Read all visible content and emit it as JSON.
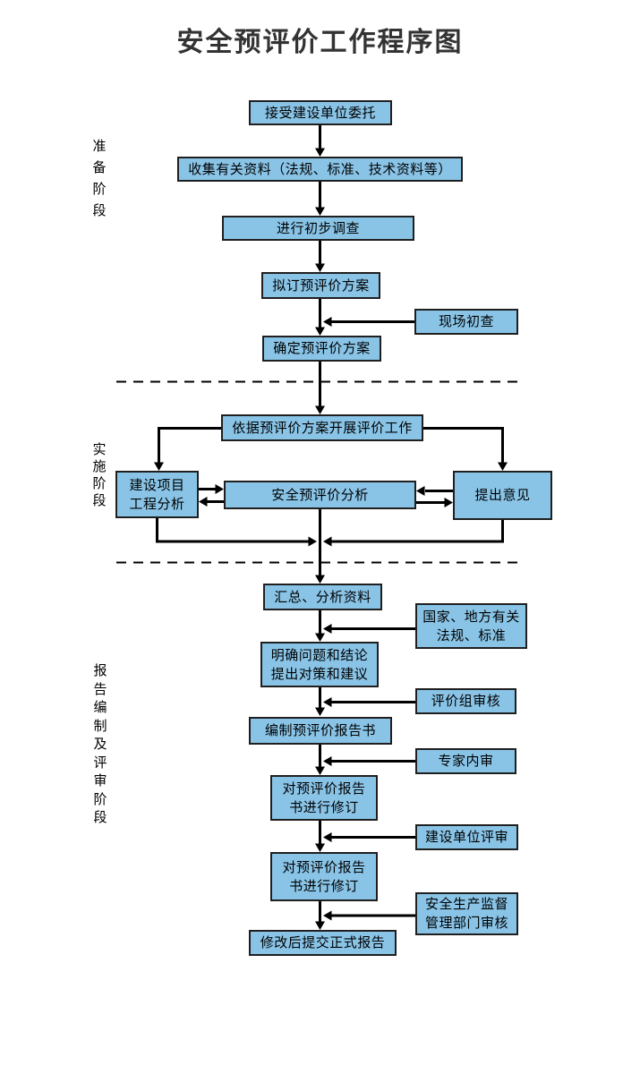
{
  "title": "安全预评价工作程序图",
  "phase_labels": {
    "prepare": "准备阶段",
    "implement": "实施阶段",
    "report": "报告编制及评审阶段"
  },
  "boxes": {
    "accept": "接受建设单位委托",
    "collect": "收集有关资料（法规、标准、技术资料等）",
    "survey": "进行初步调查",
    "draft_plan": "拟订预评价方案",
    "site_check": "现场初查",
    "confirm_plan": "确定预评价方案",
    "carry_out": "依据预评价方案开展评价工作",
    "project_analysis": "建设项目\n工程分析",
    "safety_analysis": "安全预评价分析",
    "opinions": "提出意见",
    "summarize": "汇总、分析资料",
    "laws": "国家、地方有关\n法规、标准",
    "clarify": "明确问题和结论\n提出对策和建议",
    "group_review": "评价组审核",
    "compile_report": "编制预评价报告书",
    "expert_review": "专家内审",
    "revise_1": "对预评价报告\n书进行修订",
    "unit_review": "建设单位评审",
    "revise_2": "对预评价报告\n书进行修订",
    "supervision_review": "安全生产监督\n管理部门审核",
    "submit": "修改后提交正式报告"
  },
  "colors": {
    "box_fill": "#89C4E7",
    "box_border": "#1F1F1F",
    "connector": "#000000",
    "divider": "#000000",
    "title_text": "#333333"
  }
}
